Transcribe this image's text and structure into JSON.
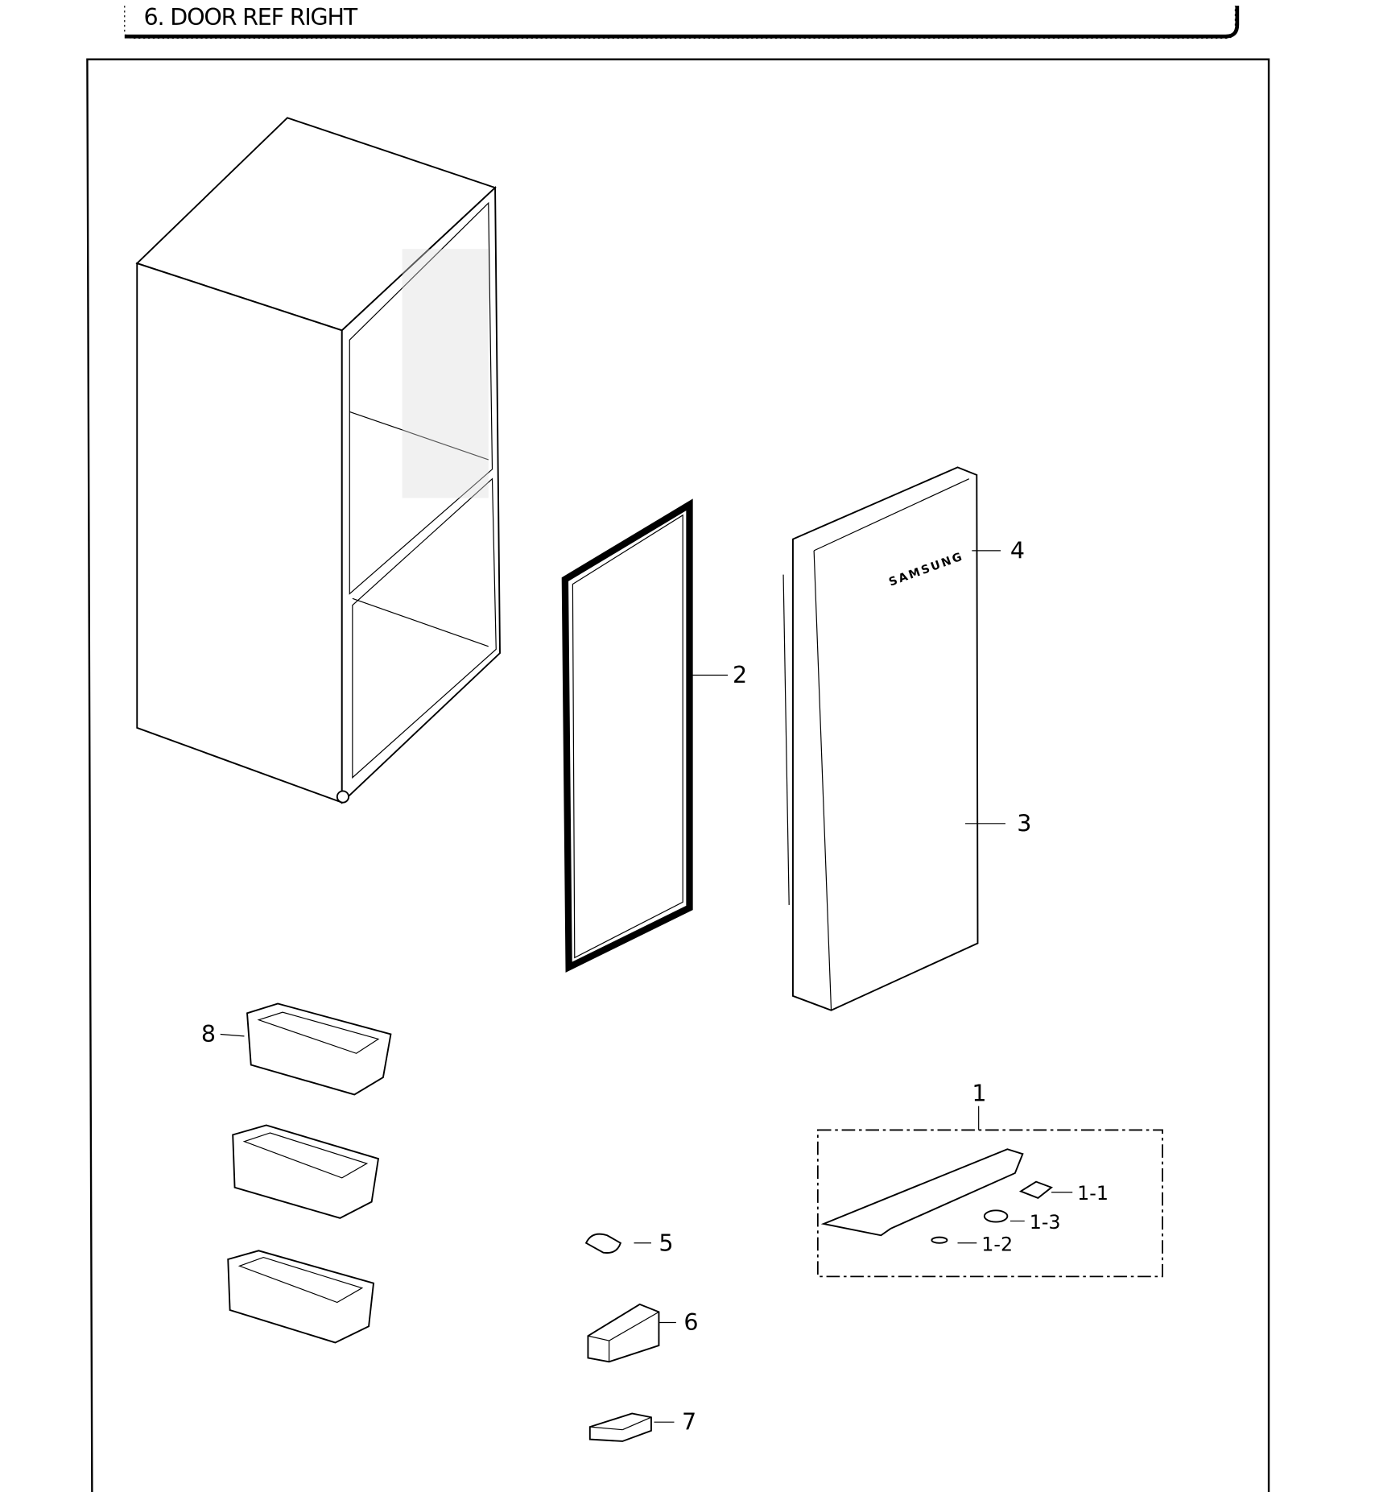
{
  "header": {
    "title": "6. DOOR REF RIGHT"
  },
  "diagram": {
    "brand_on_door": "SAMSUNG",
    "callouts": {
      "p1": "1",
      "p1_1": "1-1",
      "p1_2": "1-2",
      "p1_3": "1-3",
      "p2": "2",
      "p3": "3",
      "p4": "4",
      "p5": "5",
      "p6": "6",
      "p7": "7",
      "p8": "8"
    }
  }
}
